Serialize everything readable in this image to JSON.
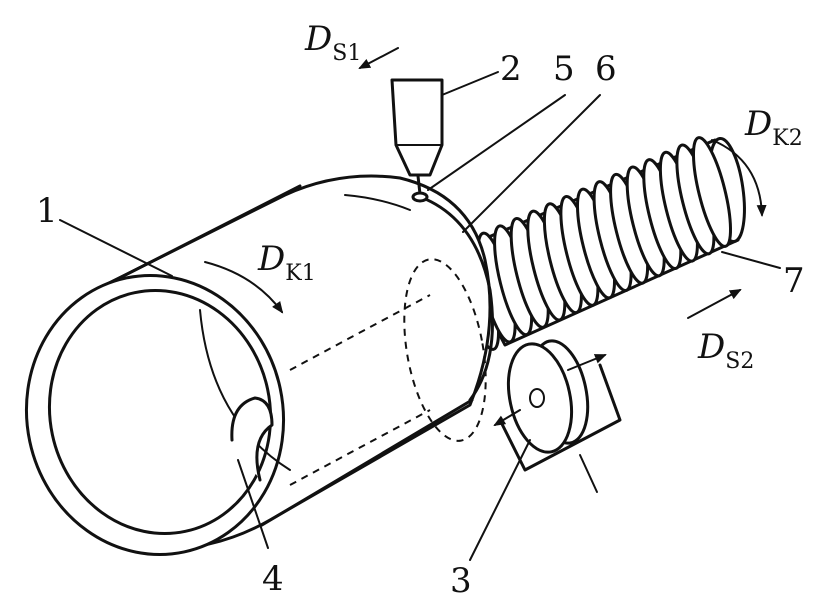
{
  "labels": {
    "part_1": "1",
    "part_2": "2",
    "part_3": "3",
    "part_4": "4",
    "part_5": "5",
    "part_6": "6",
    "part_7": "7"
  },
  "motions": {
    "ds1": {
      "main": "D",
      "sub": "S1"
    },
    "dk1": {
      "main": "D",
      "sub": "K1"
    },
    "dk2": {
      "main": "D",
      "sub": "K2"
    },
    "ds2": {
      "main": "D",
      "sub": "S2"
    }
  },
  "threaded_rod": {
    "ridge_count": 15
  }
}
